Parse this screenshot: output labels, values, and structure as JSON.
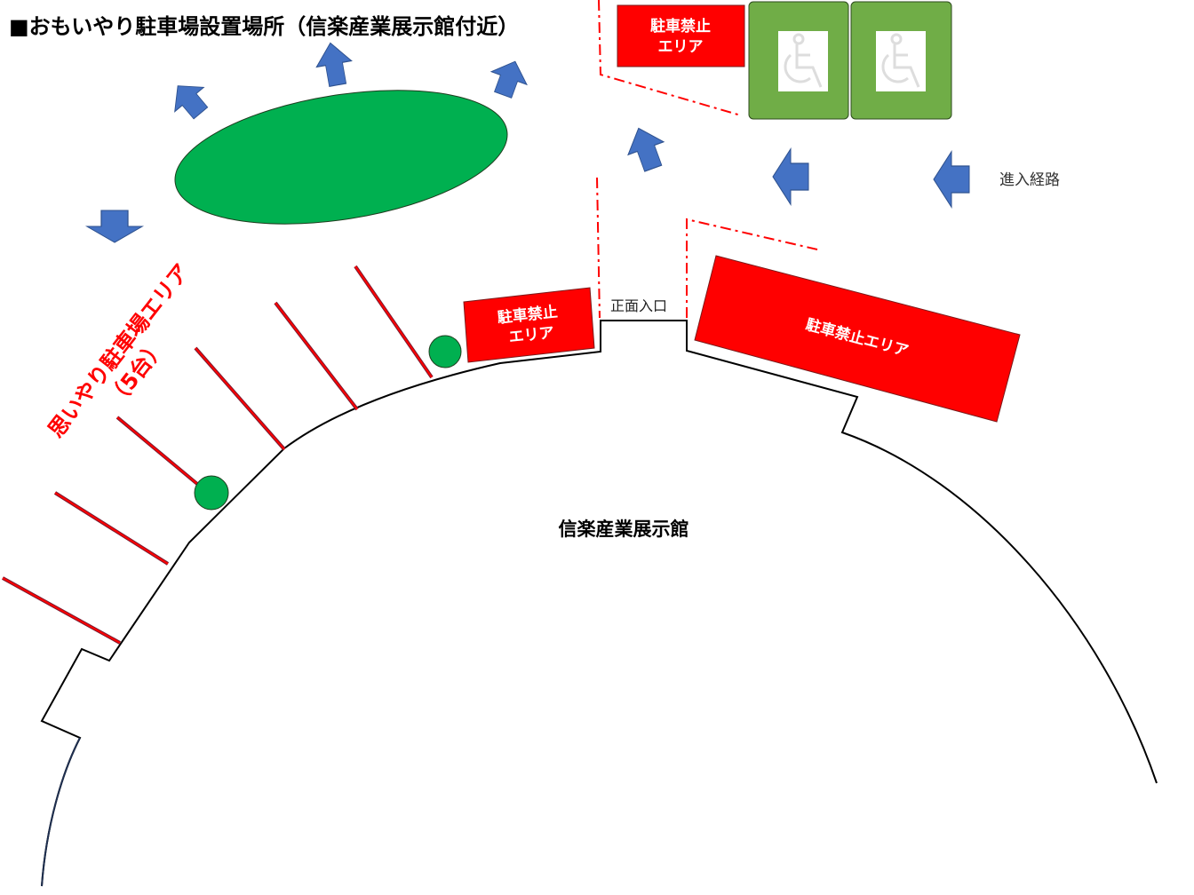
{
  "title": "■おもいやり駐車場設置場所（信楽産業展示館付近）",
  "no_parking_top": [
    "駐車禁止",
    "エリア"
  ],
  "no_parking_mid": [
    "駐車禁止",
    "エリア"
  ],
  "no_parking_big": "駐車禁止エリア",
  "entrance_label": "正面入口",
  "route_label": "進入経路",
  "building_label": "信楽産業展示館",
  "omoiyari_area": "思いやり駐車場エリア",
  "omoiyari_count": "（5台）",
  "colors": {
    "red": "#ff0000",
    "green": "#00b050",
    "slot_green": "#70ad47",
    "arrow_blue": "#4472c4"
  }
}
